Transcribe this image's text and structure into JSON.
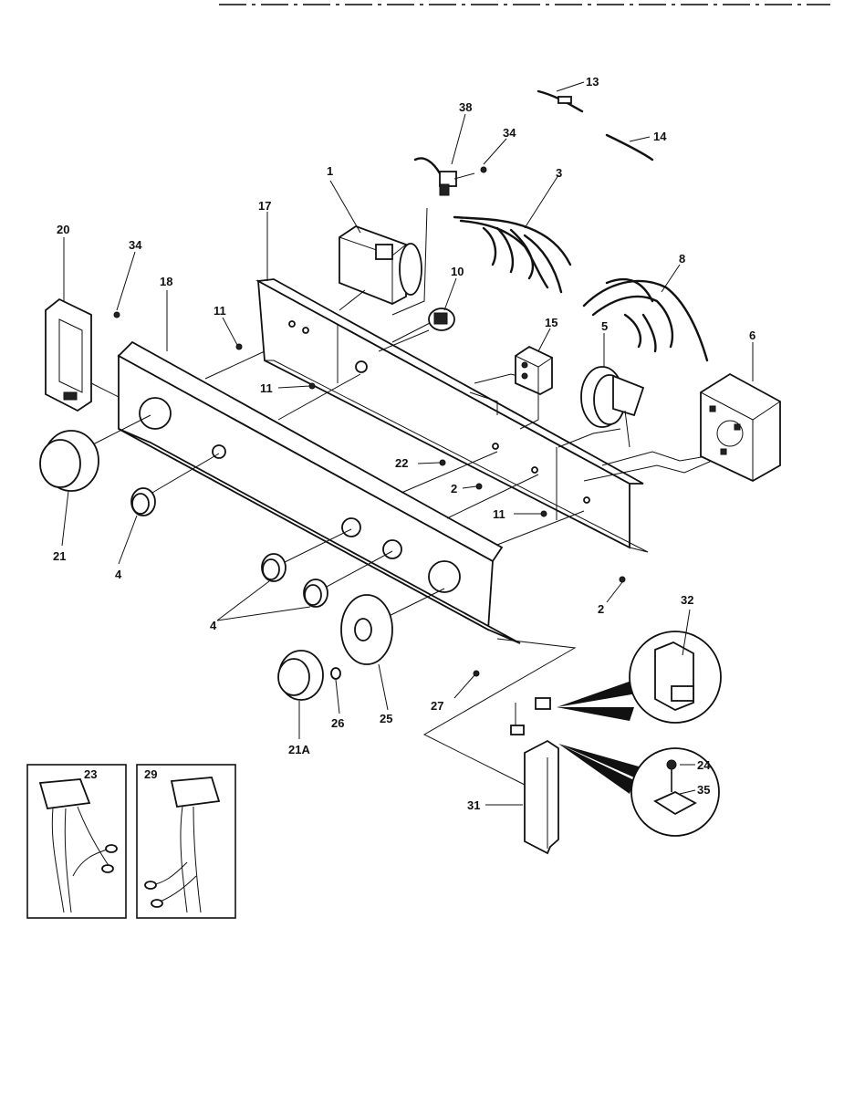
{
  "diagram": {
    "part_labels": {
      "p1": "1",
      "p2a": "2",
      "p2b": "2",
      "p3": "3",
      "p4a": "4",
      "p4b": "4",
      "p5": "5",
      "p6": "6",
      "p8": "8",
      "p10": "10",
      "p11a": "11",
      "p11b": "11",
      "p11c": "11",
      "p13": "13",
      "p14": "14",
      "p15": "15",
      "p17": "17",
      "p18": "18",
      "p20": "20",
      "p21": "21",
      "p21a": "21A",
      "p22": "22",
      "p24": "24",
      "p25": "25",
      "p26": "26",
      "p27": "27",
      "p31": "31",
      "p32": "32",
      "p34a": "34",
      "p34b": "34",
      "p35": "35",
      "p38": "38"
    },
    "inset_labels": {
      "harness_left": "23",
      "harness_right": "29"
    }
  }
}
